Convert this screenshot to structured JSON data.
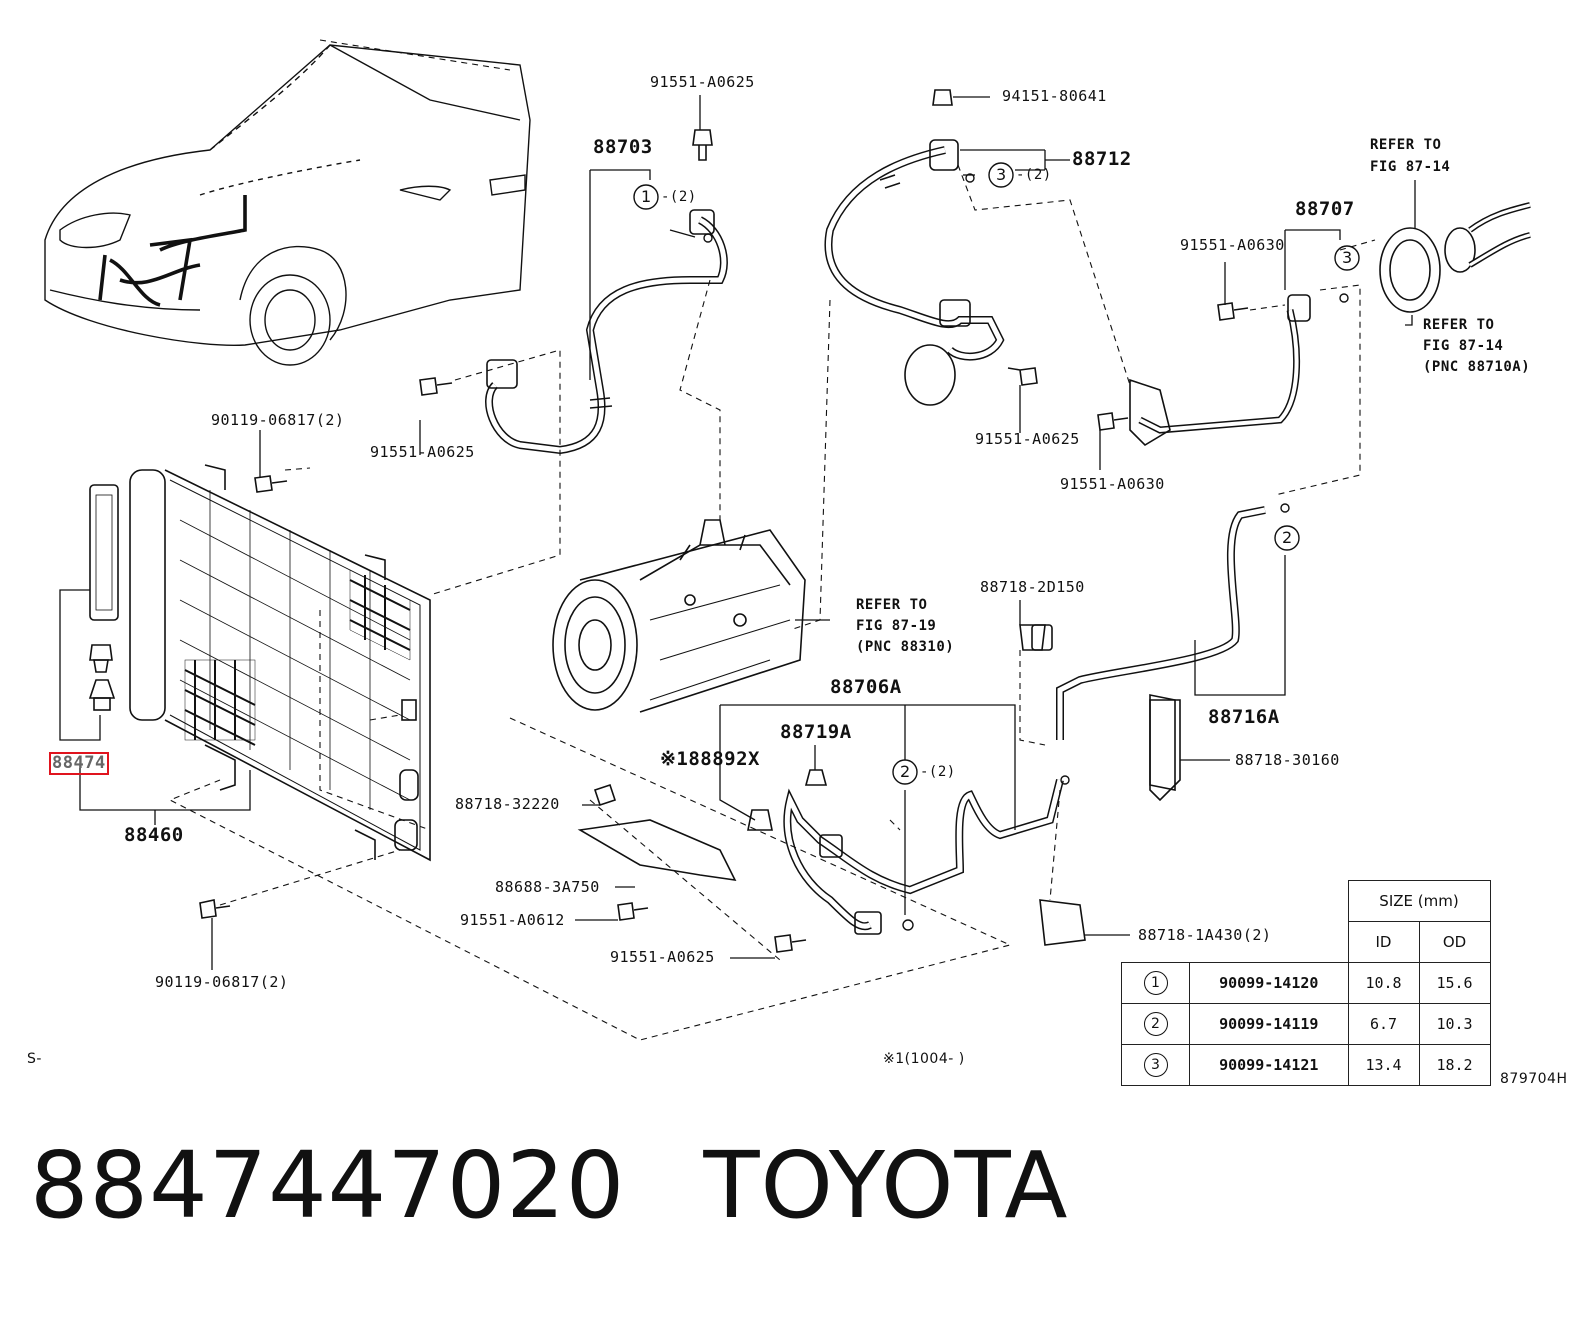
{
  "parts": {
    "p91551_A0625_top": "91551-A0625",
    "p88703": "88703",
    "p94151_80641": "94151-80641",
    "p88712": "88712",
    "refer_fig_87_14_a": "REFER TO",
    "refer_fig_87_14_a2": "FIG 87-14",
    "p88707": "88707",
    "p91551_A0630_a": "91551-A0630",
    "refer_fig_87_14_b": "REFER TO",
    "refer_fig_87_14_b2": "FIG 87-14",
    "refer_fig_87_14_b3": "(PNC 88710A)",
    "p90119_06817_top": "90119-06817(2)",
    "p91551_A0625_left": "91551-A0625",
    "p91551_A0625_mid": "91551-A0625",
    "p91551_A0630_b": "91551-A0630",
    "p88718_2D150": "88718-2D150",
    "refer_fig_87_19": "REFER TO",
    "refer_fig_87_19_2": "FIG 87-19",
    "refer_fig_87_19_3": "(PNC 88310)",
    "p88706A": "88706A",
    "p88716A": "88716A",
    "p88719A": "88719A",
    "p88892X": "※188892X",
    "p88718_30160": "88718-30160",
    "p88474": "88474",
    "p88718_32220": "88718-32220",
    "p88460": "88460",
    "p88688_3A750": "88688-3A750",
    "p91551_A0612": "91551-A0612",
    "p91551_A0625_bot": "91551-A0625",
    "p88718_1A430": "88718-1A430(2)",
    "p90119_06817_bot": "90119-06817(2)",
    "qty_2": "-(2)",
    "circle_1": "1",
    "circle_2": "2",
    "circle_3": "3"
  },
  "footnote": "※1(1004-   )",
  "s_mark": "S-",
  "figure_code": "879704H",
  "size_table": {
    "header": "SIZE (mm)",
    "col_id": "ID",
    "col_od": "OD",
    "rows": [
      {
        "num": "1",
        "part": "90099-14120",
        "id": "10.8",
        "od": "15.6"
      },
      {
        "num": "2",
        "part": "90099-14119",
        "id": "6.7",
        "od": "10.3"
      },
      {
        "num": "3",
        "part": "90099-14121",
        "id": "13.4",
        "od": "18.2"
      }
    ]
  },
  "bottom": {
    "part_number": "8847447020",
    "brand": "TOYOTA"
  },
  "colors": {
    "highlight": "#e0141e",
    "line": "#111111"
  }
}
